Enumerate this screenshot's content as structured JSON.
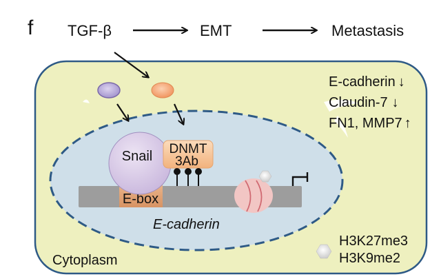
{
  "panel_label": "f",
  "pathway": {
    "steps": [
      "TGF-β",
      "EMT",
      "Metastasis"
    ]
  },
  "cell": {
    "compartment_label": "Cytoplasm",
    "nucleus": {
      "snail_label": "Snail",
      "dnmt_label_line1": "DNMT",
      "dnmt_label_line2": "3Ab",
      "ebox_label": "E-box",
      "gene_label": "E-cadherin",
      "methyl_marks_count": 3
    }
  },
  "markers": [
    {
      "name": "E-cadherin",
      "direction": "↓"
    },
    {
      "name": "Claudin-7",
      "direction": "↓"
    },
    {
      "name": "FN1, MMP7",
      "direction": "↑"
    }
  ],
  "legend": {
    "symbol": "hexagon",
    "line1": "H3K27me3",
    "line2": "H3K9me2"
  },
  "colors": {
    "cytoplasm_fill": "#eef0bf",
    "cell_border": "#2e5a86",
    "nucleus_fill": "#cfdfe9",
    "nucleus_border": "#2e5a86",
    "snail_fill": "#d9cbe6",
    "dnmt_fill": "#f7c79a",
    "ebox_fill": "#e0a57a",
    "dna_fill": "#9d9d9d",
    "nucleosome_fill": "#f2c6c4",
    "nucleosome_line": "#d06a72",
    "purple_protein": "#a99ad0",
    "orange_protein": "#f3a06d"
  }
}
